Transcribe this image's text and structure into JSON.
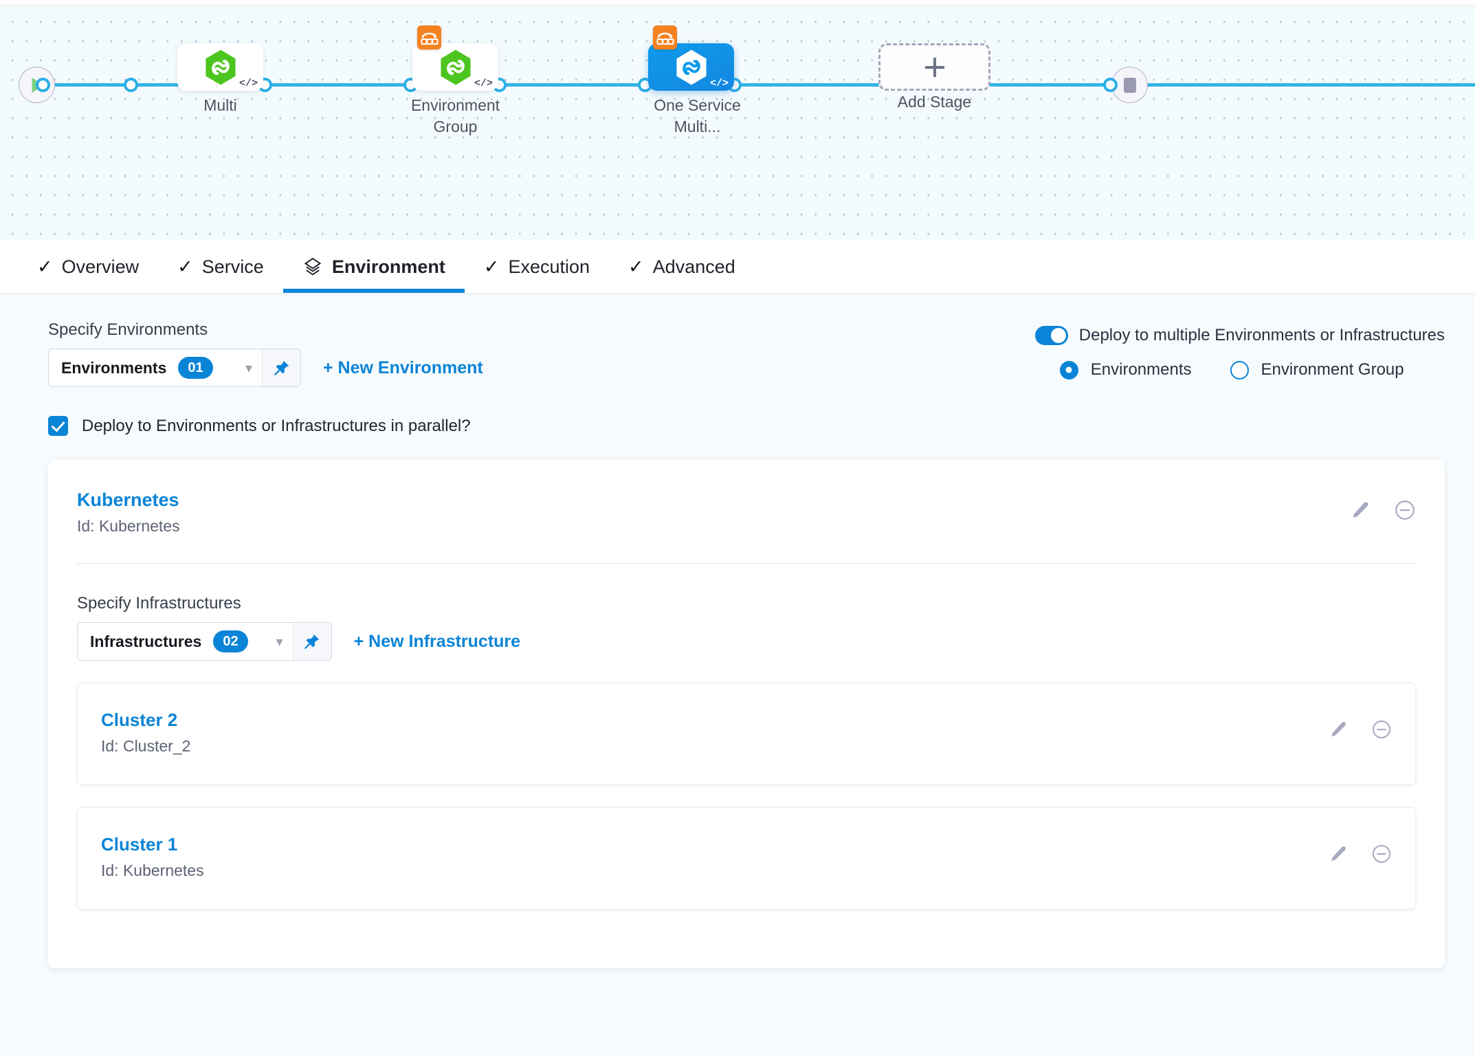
{
  "pipeline": {
    "start_node": "start-node",
    "end_node": "end-node",
    "add_stage_label": "Add Stage",
    "stages": [
      {
        "label": "Multi",
        "icon": "harness-hexagon-icon",
        "selected": false,
        "matrix_badge": false
      },
      {
        "label": "Environment Group",
        "icon": "harness-hexagon-icon",
        "selected": false,
        "matrix_badge": true
      },
      {
        "label": "One Service Multi...",
        "icon": "harness-hexagon-icon",
        "selected": true,
        "matrix_badge": true
      }
    ]
  },
  "tabs": [
    {
      "label": "Overview",
      "icon": "check-icon",
      "active": false
    },
    {
      "label": "Service",
      "icon": "check-icon",
      "active": false
    },
    {
      "label": "Environment",
      "icon": "layers-icon",
      "active": true
    },
    {
      "label": "Execution",
      "icon": "check-icon",
      "active": false
    },
    {
      "label": "Advanced",
      "icon": "check-icon",
      "active": false
    }
  ],
  "environments": {
    "section_label": "Specify Environments",
    "select_value": "Environments",
    "select_count": "01",
    "new_link": "+ New Environment",
    "parallel_checkbox_label": "Deploy to Environments or Infrastructures in parallel?",
    "parallel_checked": true
  },
  "multi_deploy": {
    "toggle_label": "Deploy to multiple Environments or Infrastructures",
    "toggle_on": true,
    "options": [
      {
        "label": "Environments",
        "selected": true
      },
      {
        "label": "Environment Group",
        "selected": false
      }
    ]
  },
  "environment_entry": {
    "name": "Kubernetes",
    "id_label": "Id: Kubernetes",
    "edit_icon": "pencil-icon",
    "remove_icon": "minus-circle-icon"
  },
  "infrastructures": {
    "section_label": "Specify Infrastructures",
    "select_value": "Infrastructures",
    "select_count": "02",
    "new_link": "+ New Infrastructure",
    "items": [
      {
        "name": "Cluster 2",
        "id_label": "Id: Cluster_2"
      },
      {
        "name": "Cluster 1",
        "id_label": "Id: Kubernetes"
      }
    ]
  },
  "colors": {
    "accent_blue": "#0a84d6",
    "rail_blue": "#33b4e7",
    "harness_green": "#4dc51f",
    "matrix_orange": "#f58220"
  }
}
